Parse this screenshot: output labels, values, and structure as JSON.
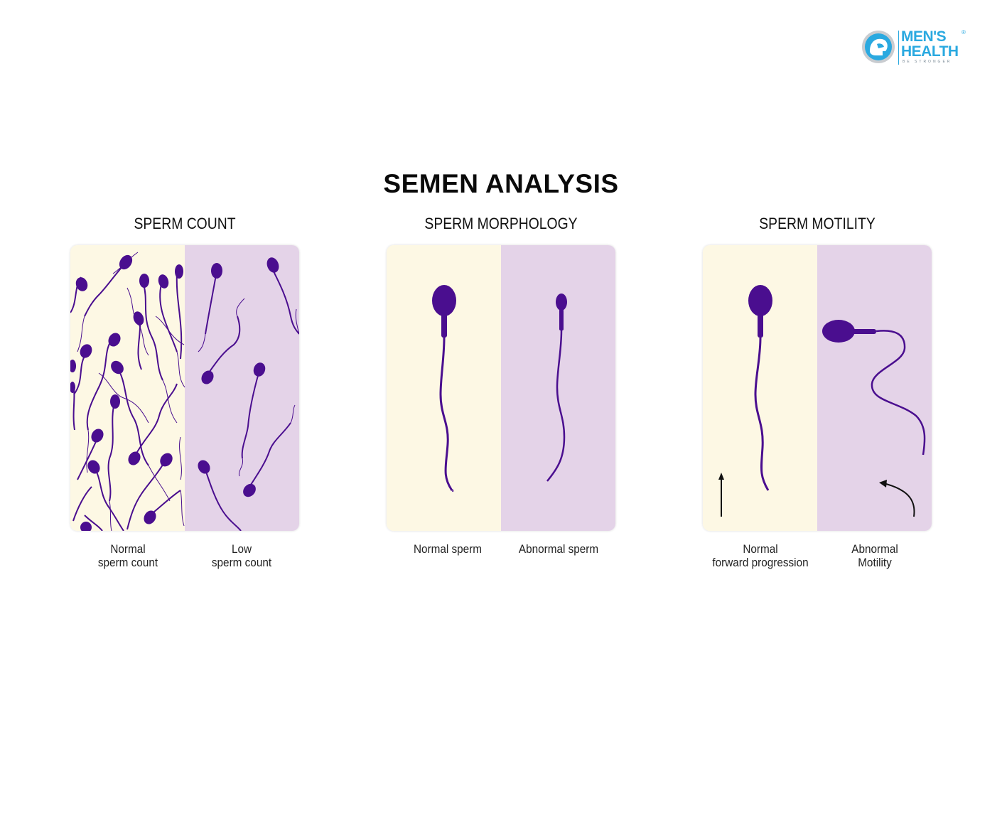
{
  "logo": {
    "line1": "MEN'S",
    "line2": "HEALTH",
    "registered": "®",
    "tagline": "BE STRONGER"
  },
  "title": "SEMEN ANALYSIS",
  "panels": [
    {
      "title": "SPERM COUNT",
      "left_caption": "Normal\nsperm count",
      "right_caption": "Low\nsperm count"
    },
    {
      "title": "SPERM MORPHOLOGY",
      "left_caption": "Normal sperm",
      "right_caption": "Abnormal sperm"
    },
    {
      "title": "SPERM MOTILITY",
      "left_caption": "Normal\nforward progression",
      "right_caption": "Abnormal\nMotility"
    }
  ],
  "colors": {
    "cream": "#fdf8e4",
    "lavender": "#e4d3e8",
    "sperm": "#4a0e8f",
    "brand": "#2aa9e0"
  },
  "icons": [
    "helmet-logo-icon",
    "sperm-icon",
    "straight-arrow-icon",
    "curved-arrow-icon"
  ]
}
